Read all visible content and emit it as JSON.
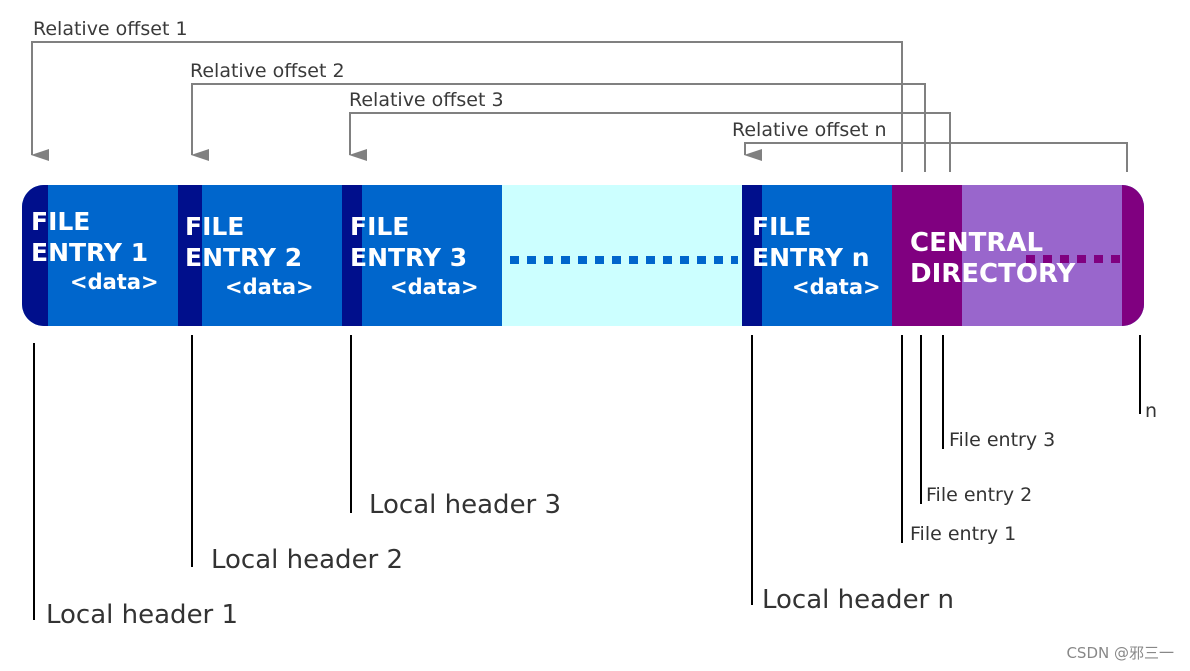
{
  "offsets": {
    "o1": "Relative offset 1",
    "o2": "Relative offset 2",
    "o3": "Relative offset 3",
    "on": "Relative offset n"
  },
  "entries": [
    {
      "line1": "FILE",
      "line2": "ENTRY 1",
      "data": "<data>"
    },
    {
      "line1": "FILE",
      "line2": "ENTRY 2",
      "data": "<data>"
    },
    {
      "line1": "FILE",
      "line2": "ENTRY 3",
      "data": "<data>"
    },
    {
      "line1": "FILE",
      "line2": "ENTRY n",
      "data": "<data>"
    }
  ],
  "central": {
    "line1": "CENTRAL",
    "line2": "DIRECTORY"
  },
  "local_headers": {
    "h1": "Local header 1",
    "h2": "Local header 2",
    "h3": "Local header 3",
    "hn": "Local header n"
  },
  "cd_entries": {
    "e1": "File entry 1",
    "e2": "File entry 2",
    "e3": "File entry 3",
    "en": "n"
  },
  "watermark": "CSDN @邪三一",
  "colors": {
    "entry_blue": "#0066cc",
    "header_navy": "#000f8c",
    "gap_cyan": "#ccffff",
    "central_purple": "#800080",
    "central_lilac": "#9966cc",
    "arrow_gray": "#808080"
  }
}
